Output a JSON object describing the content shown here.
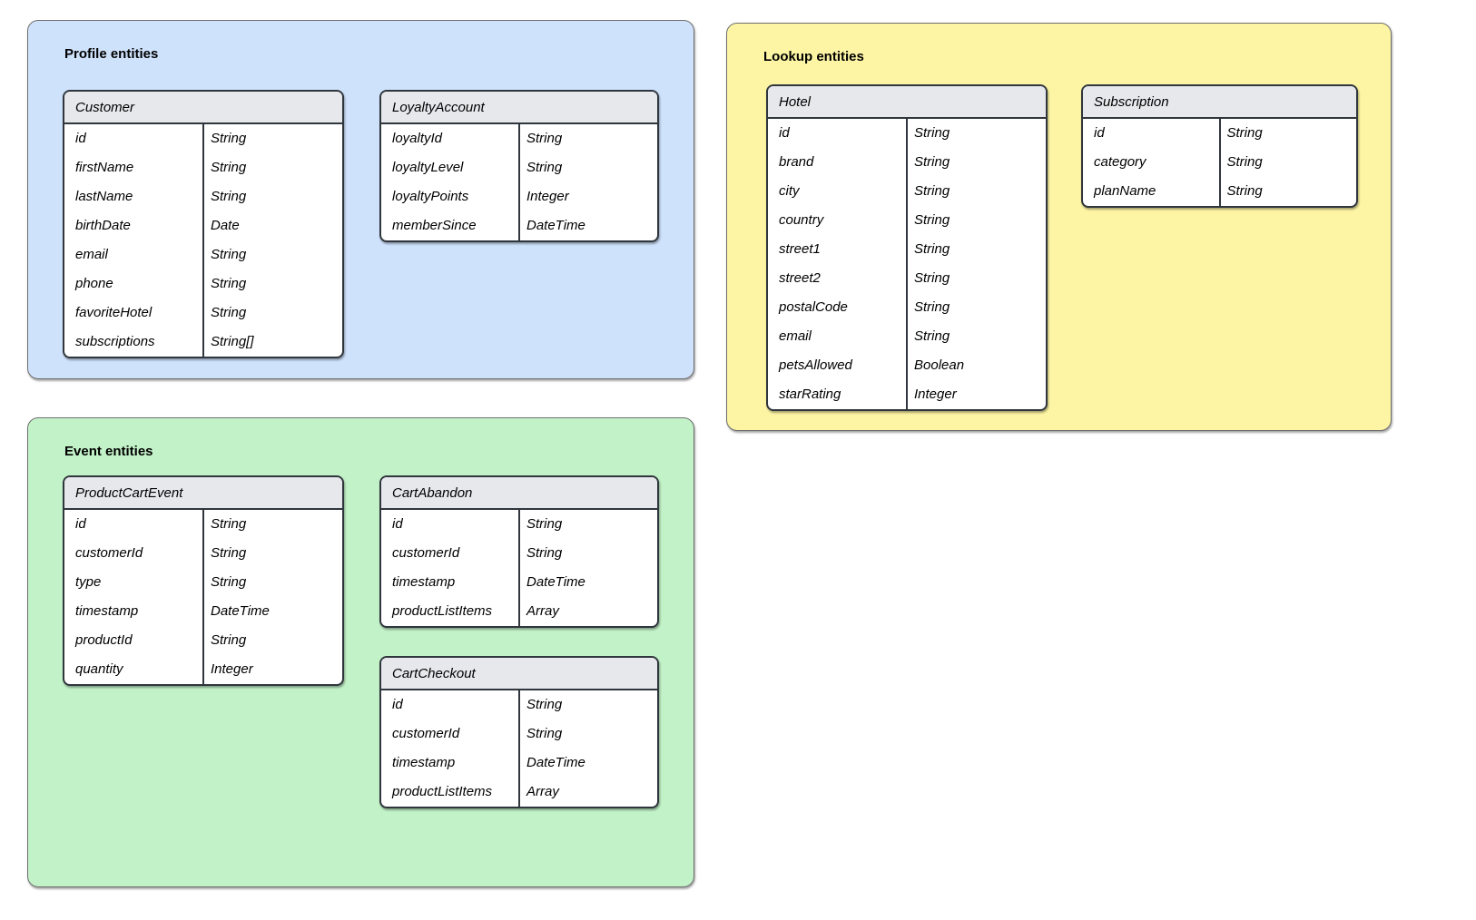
{
  "colors": {
    "page_background": "#ffffff",
    "group_border": "#6e6e6e",
    "table_border": "#30363d",
    "table_header_fill": "#e6e8eb",
    "text": "#000000",
    "profile_fill": "#cfe2fc",
    "lookup_fill": "#fdf5a4",
    "event_fill": "#c2f2c8"
  },
  "diagram": {
    "groups": [
      {
        "id": "profile",
        "title": "Profile entities",
        "fill": "#cfe2fc",
        "tables": [
          {
            "id": "customer",
            "name": "Customer",
            "fields": [
              {
                "name": "id",
                "type": "String"
              },
              {
                "name": "firstName",
                "type": "String"
              },
              {
                "name": "lastName",
                "type": "String"
              },
              {
                "name": "birthDate",
                "type": "Date"
              },
              {
                "name": "email",
                "type": "String"
              },
              {
                "name": "phone",
                "type": "String"
              },
              {
                "name": "favoriteHotel",
                "type": "String"
              },
              {
                "name": "subscriptions",
                "type": "String[]"
              }
            ]
          },
          {
            "id": "loyaltyaccount",
            "name": "LoyaltyAccount",
            "fields": [
              {
                "name": "loyaltyId",
                "type": "String"
              },
              {
                "name": "loyaltyLevel",
                "type": "String"
              },
              {
                "name": "loyaltyPoints",
                "type": "Integer"
              },
              {
                "name": "memberSince",
                "type": "DateTime"
              }
            ]
          }
        ]
      },
      {
        "id": "lookup",
        "title": "Lookup entities",
        "fill": "#fdf5a4",
        "tables": [
          {
            "id": "hotel",
            "name": "Hotel",
            "fields": [
              {
                "name": "id",
                "type": "String"
              },
              {
                "name": "brand",
                "type": "String"
              },
              {
                "name": "city",
                "type": "String"
              },
              {
                "name": "country",
                "type": "String"
              },
              {
                "name": "street1",
                "type": "String"
              },
              {
                "name": "street2",
                "type": "String"
              },
              {
                "name": "postalCode",
                "type": "String"
              },
              {
                "name": "email",
                "type": "String"
              },
              {
                "name": "petsAllowed",
                "type": "Boolean"
              },
              {
                "name": "starRating",
                "type": "Integer"
              }
            ]
          },
          {
            "id": "subscription",
            "name": "Subscription",
            "fields": [
              {
                "name": "id",
                "type": "String"
              },
              {
                "name": "category",
                "type": "String"
              },
              {
                "name": "planName",
                "type": "String"
              }
            ]
          }
        ]
      },
      {
        "id": "event",
        "title": "Event entities",
        "fill": "#c2f2c8",
        "tables": [
          {
            "id": "productcartevent",
            "name": "ProductCartEvent",
            "fields": [
              {
                "name": "id",
                "type": "String"
              },
              {
                "name": "customerId",
                "type": "String"
              },
              {
                "name": "type",
                "type": "String"
              },
              {
                "name": "timestamp",
                "type": "DateTime"
              },
              {
                "name": "productId",
                "type": "String"
              },
              {
                "name": "quantity",
                "type": "Integer"
              }
            ]
          },
          {
            "id": "cartabandon",
            "name": "CartAbandon",
            "fields": [
              {
                "name": "id",
                "type": "String"
              },
              {
                "name": "customerId",
                "type": "String"
              },
              {
                "name": "timestamp",
                "type": "DateTime"
              },
              {
                "name": "productListItems",
                "type": "Array"
              }
            ]
          },
          {
            "id": "cartcheckout",
            "name": "CartCheckout",
            "fields": [
              {
                "name": "id",
                "type": "String"
              },
              {
                "name": "customerId",
                "type": "String"
              },
              {
                "name": "timestamp",
                "type": "DateTime"
              },
              {
                "name": "productListItems",
                "type": "Array"
              }
            ]
          }
        ]
      }
    ]
  }
}
